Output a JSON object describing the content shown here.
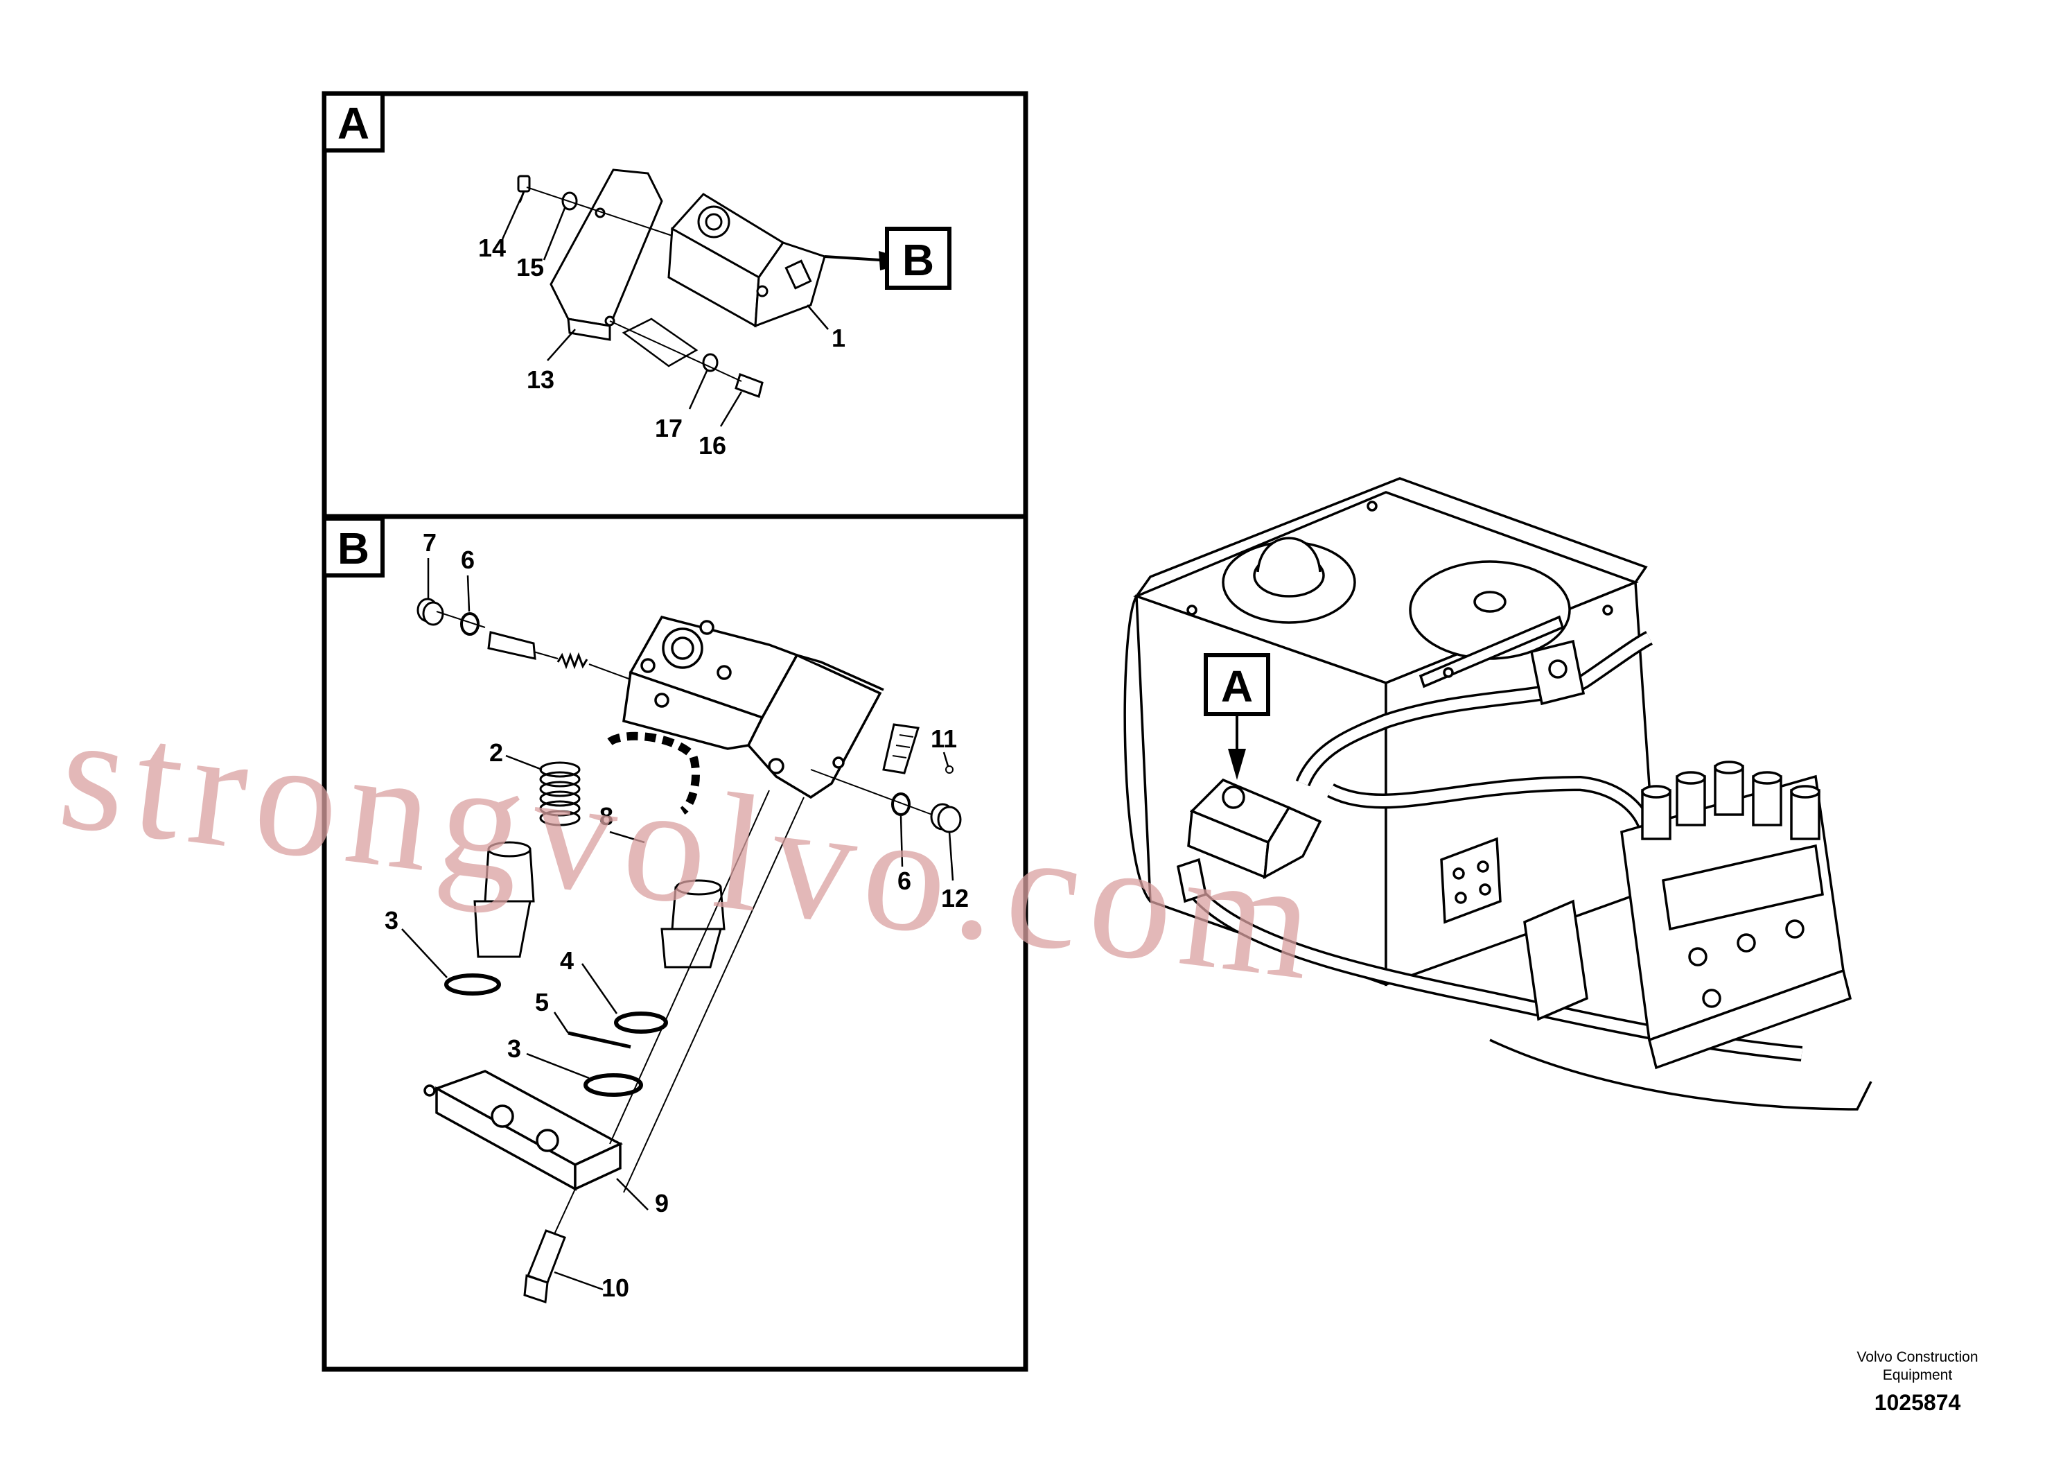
{
  "diagram": {
    "panels": [
      {
        "id": "A",
        "label": "A"
      },
      {
        "id": "B",
        "label": "B"
      }
    ],
    "detail_reference_labels": {
      "to_B": "B",
      "to_A": "A"
    },
    "callouts_panel_A": [
      "14",
      "15",
      "1",
      "13",
      "17",
      "16"
    ],
    "callouts_panel_B": [
      "7",
      "6",
      "2",
      "11",
      "8",
      "6",
      "12",
      "3",
      "4",
      "5",
      "3",
      "9",
      "10"
    ]
  },
  "watermark": "strongvolvo.com",
  "credit": {
    "line1": "Volvo Construction",
    "line2": "Equipment",
    "document_number": "1025874"
  }
}
